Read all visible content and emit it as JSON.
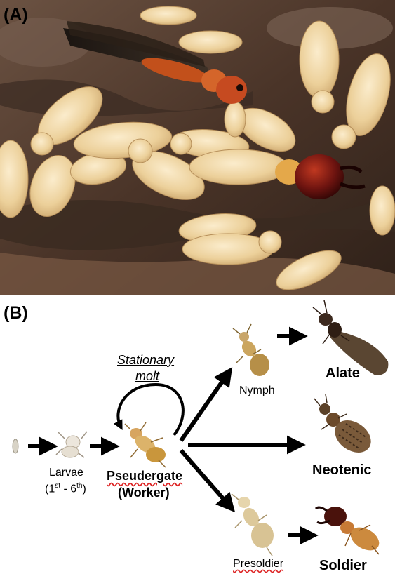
{
  "panel_a": {
    "letter": "(A)"
  },
  "panel_b": {
    "letter": "(B)",
    "stationary_molt": {
      "line1": "Stationary",
      "line2": "molt"
    },
    "larvae": {
      "label": "Larvae",
      "range_open": "(1",
      "sup1": "st",
      "range_mid": " - 6",
      "sup2": "th",
      "range_close": ")"
    },
    "pseudergate": {
      "line1": "Pseudergate",
      "line2": "(Worker)"
    },
    "nymph": {
      "label": "Nymph"
    },
    "presoldier": {
      "label": "Presoldier"
    },
    "alate": {
      "label": "Alate"
    },
    "neotenic": {
      "label": "Neotenic"
    },
    "soldier": {
      "label": "Soldier"
    }
  },
  "colors": {
    "arrow": "#000000",
    "wood": "#5b4030",
    "termite_body": "#ecd09a",
    "soldier_head": "#5a0e0a",
    "alate_body": "#c2501b",
    "wing": "#2b221a"
  }
}
